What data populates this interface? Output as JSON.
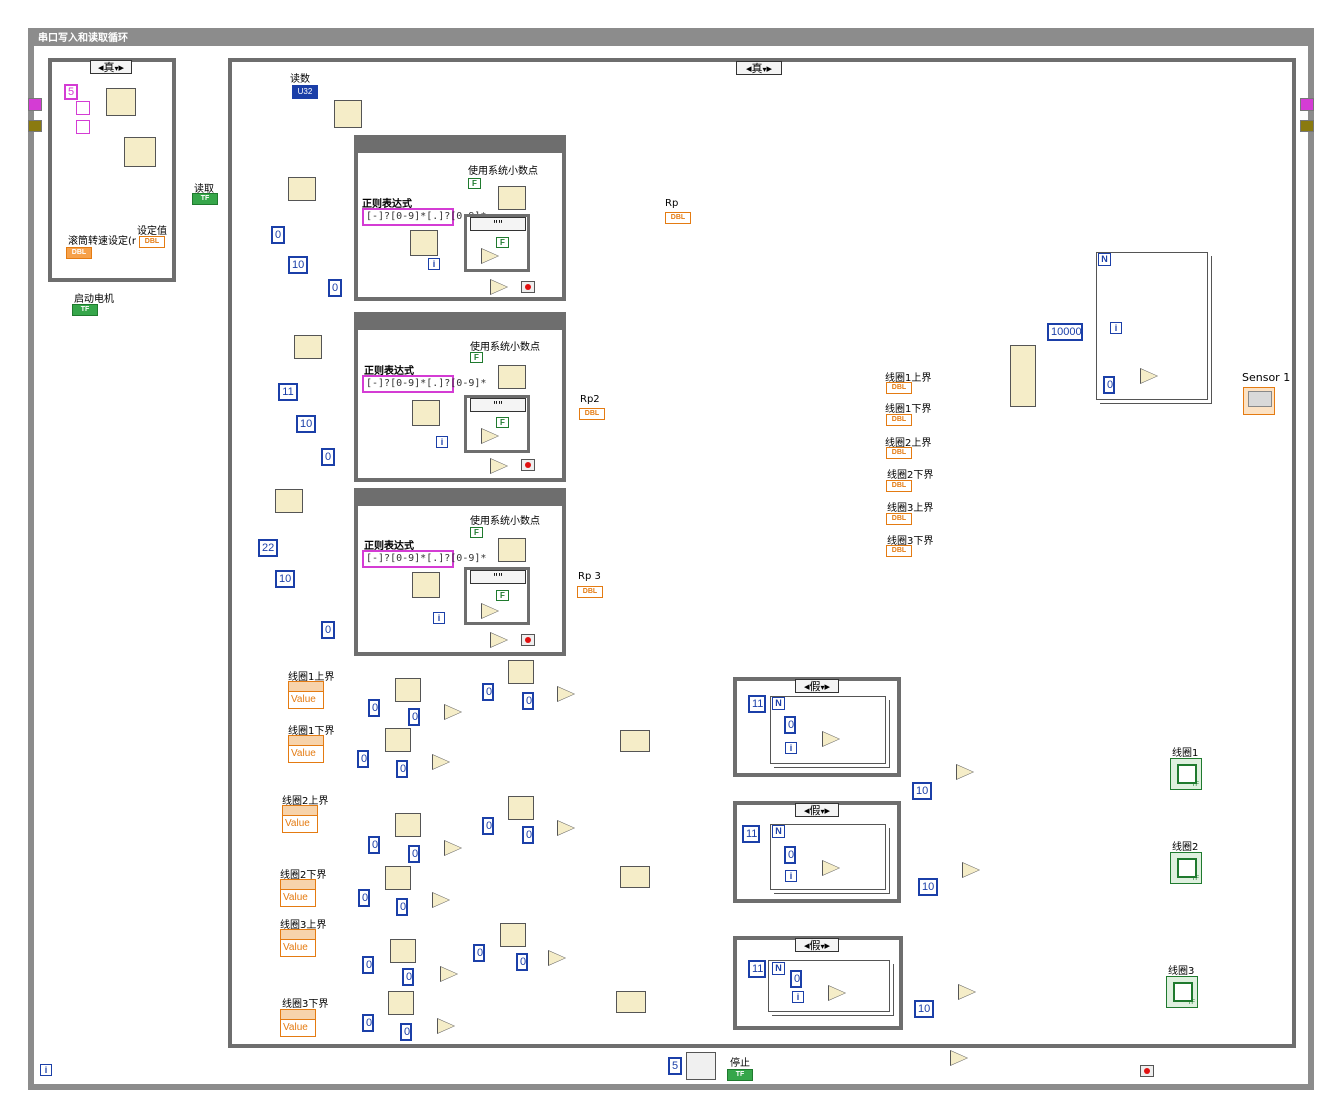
{
  "outer_loop": {
    "title": "串口写入和读取循环"
  },
  "setup_case": {
    "selector": "真",
    "enum_const": "5",
    "label_speed": "滚筒转速设定(r",
    "label_setpoint": "设定值",
    "label_motor": "启动电机"
  },
  "main_case": {
    "selector": "真"
  },
  "read": {
    "label_count": "读数",
    "u32": "U32",
    "label_read": "读取"
  },
  "regex_blocks": [
    {
      "label_regex": "正则表达式",
      "pattern": "[-]?[0-9]*[.]?[0-9]*",
      "label_decimal": "使用系统小数点",
      "start": "0",
      "len": "10",
      "init": "0",
      "str_const": "\"\"",
      "f_const": "F"
    },
    {
      "label_regex": "正则表达式",
      "pattern": "[-]?[0-9]*[.]?[0-9]*",
      "label_decimal": "使用系统小数点",
      "start": "11",
      "len": "10",
      "init": "0",
      "str_const": "\"\"",
      "f_const": "F"
    },
    {
      "label_regex": "正则表达式",
      "pattern": "[-]?[0-9]*[.]?[0-9]*",
      "label_decimal": "使用系统小数点",
      "start": "22",
      "len": "10",
      "init": "0",
      "str_const": "\"\"",
      "f_const": "F"
    }
  ],
  "rp_labels": [
    "Rp",
    "Rp2",
    "Rp 3"
  ],
  "bounds": {
    "labels": [
      "线圈1上界",
      "线圈1下界",
      "线圈2上界",
      "线圈2下界",
      "线圈3上界",
      "线圈3下界"
    ],
    "value_text": "Value"
  },
  "build_loop": {
    "n_const": "10000",
    "sensor_label": "Sensor 1"
  },
  "false_cases": [
    {
      "selector": "假",
      "n_val": "11",
      "zero": "0",
      "cmp_const": "10",
      "out_label": "线圈1"
    },
    {
      "selector": "假",
      "n_val": "11",
      "zero": "0",
      "cmp_const": "10",
      "out_label": "线圈2"
    },
    {
      "selector": "假",
      "n_val": "11",
      "zero": "0",
      "cmp_const": "10",
      "out_label": "线圈3"
    }
  ],
  "index_consts": [
    "0",
    "0",
    "0",
    "0"
  ],
  "footer": {
    "wait_const": "5",
    "stop_label": "停止",
    "tf": "TF",
    "dbl": "DBL"
  },
  "term_labels": {
    "n": "N",
    "i": "i"
  },
  "colors": {
    "pink_wire": "#d43cd4",
    "orange_wire": "#e47b12",
    "blue_wire": "#1b3fa8",
    "green_wire": "#1f7a2e",
    "frame_gray": "#8c8c8c"
  }
}
